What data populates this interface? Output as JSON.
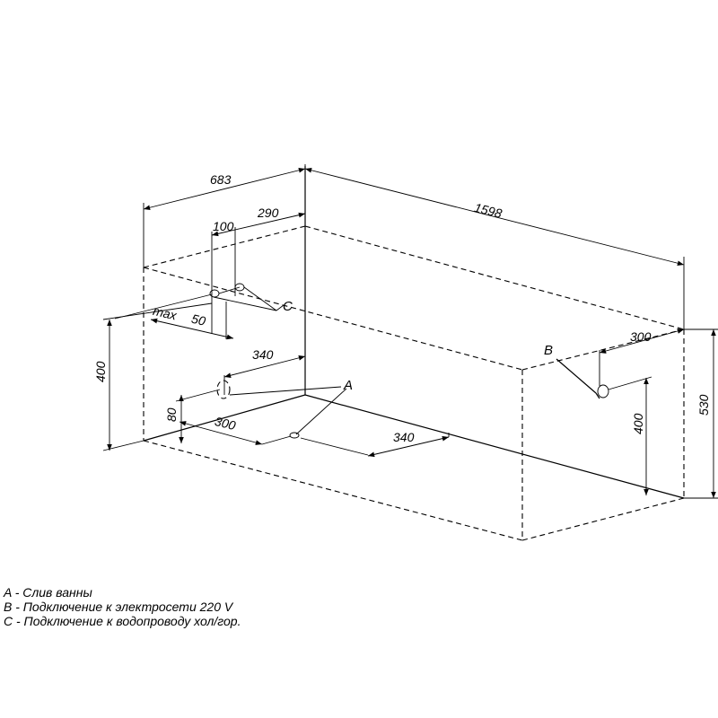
{
  "dimensions": {
    "width_683": "683",
    "length_1598": "1598",
    "offset_290": "290",
    "offset_100": "100",
    "max_label": "max",
    "max_50": "50",
    "offset_340_top": "340",
    "height_400_left": "400",
    "height_80": "80",
    "offset_300_floor": "300",
    "offset_340_floor": "340",
    "offset_300_right": "300",
    "height_400_right": "400",
    "height_530": "530"
  },
  "callouts": {
    "a": "A",
    "b": "B",
    "c": "C"
  },
  "legend": {
    "a": "A - Слив ванны",
    "b": "B - Подключение к электросети 220 V",
    "c": "C - Подключение к водопроводу хол/гор."
  }
}
